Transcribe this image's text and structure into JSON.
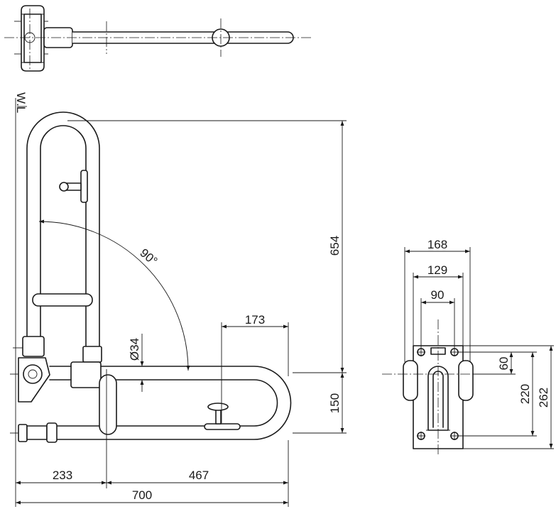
{
  "drawing": {
    "wall_line_label": "W.L",
    "dimensions": {
      "overall_height": "654",
      "fold_angle": "90°",
      "tube_diameter": "Ø34",
      "knob_offset": "173",
      "tube_spacing": "150",
      "wall_to_leg": "233",
      "leg_to_end": "467",
      "overall_length": "700",
      "outer_width": "168",
      "plate_width": "129",
      "screw_spacing_horizontal": "90",
      "screw_to_axis": "60",
      "screw_spacing_vertical": "220",
      "plate_height": "262"
    }
  },
  "colors": {
    "line": "#1a1a1a",
    "background": "#ffffff"
  }
}
